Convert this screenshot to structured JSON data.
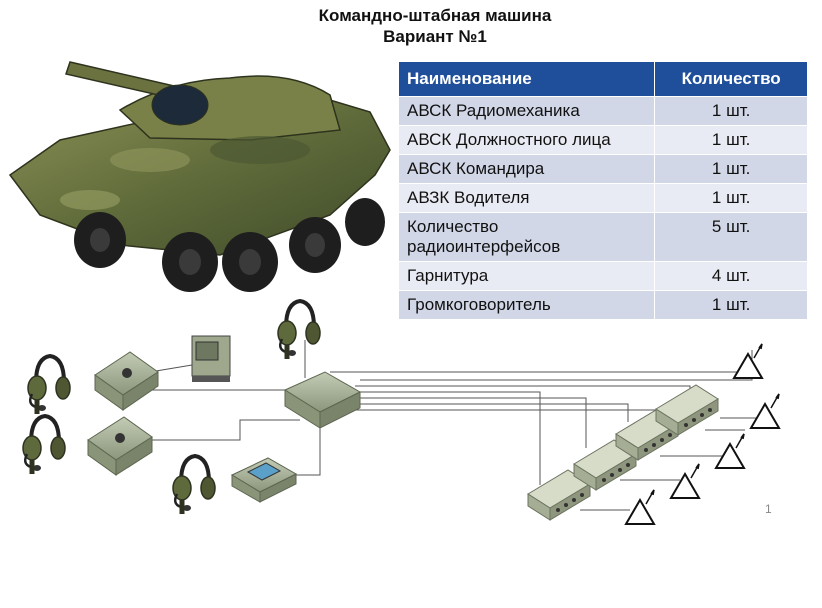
{
  "title": {
    "line1": "Командно-штабная машина",
    "line2": "Вариант №1"
  },
  "table": {
    "headers": {
      "name": "Наименование",
      "quantity": "Количество"
    },
    "rows": [
      {
        "name": "АВСК Радиомеханика",
        "quantity": "1 шт."
      },
      {
        "name": "АВСК Должностного лица",
        "quantity": "1 шт."
      },
      {
        "name": "АВСК Командира",
        "quantity": "1 шт."
      },
      {
        "name": "АВЗК Водителя",
        "quantity": "1 шт."
      },
      {
        "name": "Количество радиоинтерфейсов",
        "quantity": "5 шт."
      },
      {
        "name": "Гарнитура",
        "quantity": "4 шт."
      },
      {
        "name": "Громкоговоритель",
        "quantity": "1 шт."
      }
    ]
  },
  "page_number": "1",
  "colors": {
    "header_bg": "#1f4e9a",
    "row_dark": "#d2d7e8",
    "row_light": "#e9ebf4",
    "camo_green": "#6f7a45",
    "device_green": "#9aa58a"
  },
  "icons": [
    "armored-vehicle-image",
    "headset-icon",
    "antenna-icon",
    "communication-unit-icon"
  ]
}
